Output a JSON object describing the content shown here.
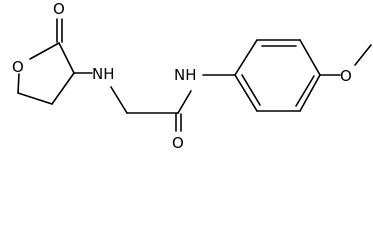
{
  "molecule": {
    "atoms": {
      "carbonyl_oxygen_lactone": "O",
      "ring_oxygen": "O",
      "amine_nitrogen": "NH",
      "amide_nitrogen": "NH",
      "amide_oxygen": "O",
      "methoxy_oxygen": "O"
    }
  }
}
